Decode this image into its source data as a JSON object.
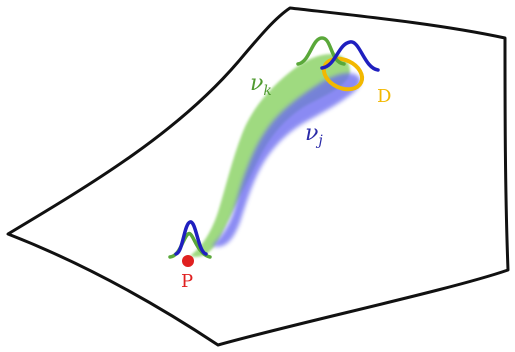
{
  "labels": {
    "nu_k": "ν",
    "nu_k_sub": "k",
    "nu_j": "ν",
    "nu_j_sub": "j",
    "point_p": "P",
    "region_d": "D"
  },
  "colors": {
    "manifold_outline": "#111111",
    "green_path": "#8fd46a",
    "green_curve": "#5aa83a",
    "blue_path": "#6b6bf0",
    "blue_curve": "#1f1fbf",
    "point_p": "#e02020",
    "region_d": "#f2b800",
    "label_nu_k": "#4f9a2f",
    "label_nu_j": "#2a2aa8",
    "label_p": "#e02020",
    "label_d": "#f2b800"
  }
}
